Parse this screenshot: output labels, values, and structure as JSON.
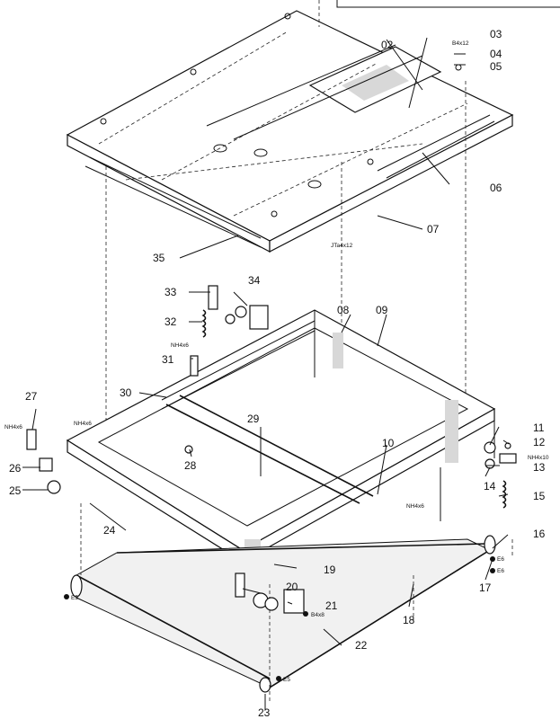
{
  "title": "Exploded parts diagram",
  "parts": {
    "p02": "02",
    "p03": "03",
    "p04": "04",
    "p05": "05",
    "p06": "06",
    "p07": "07",
    "p08": "08",
    "p09": "09",
    "p10": "10",
    "p11": "11",
    "p12": "12",
    "p13": "13",
    "p14": "14",
    "p15": "15",
    "p16": "16",
    "p17": "17",
    "p18": "18",
    "p19": "19",
    "p20": "20",
    "p21": "21",
    "p22": "22",
    "p23": "23",
    "p24": "24",
    "p25": "25",
    "p26": "26",
    "p27": "27",
    "p28": "28",
    "p29": "29",
    "p30": "30",
    "p31": "31",
    "p32": "32",
    "p33": "33",
    "p34": "34",
    "p35": "35"
  },
  "fasteners": {
    "b4x12": "B4x12",
    "jta4x12": "JTa4x12",
    "nh4x6_31": "NH4x6",
    "nh4x6_27": "NH4x6",
    "nh4x6_frame": "NH4x6",
    "nh4x6_belt": "NH4x6",
    "nh4x10": "NH4x10",
    "b4x8": "B4x8",
    "e6_a": "E6",
    "e6_b": "E6",
    "e5_a": "E5",
    "e5_b": "E5"
  }
}
